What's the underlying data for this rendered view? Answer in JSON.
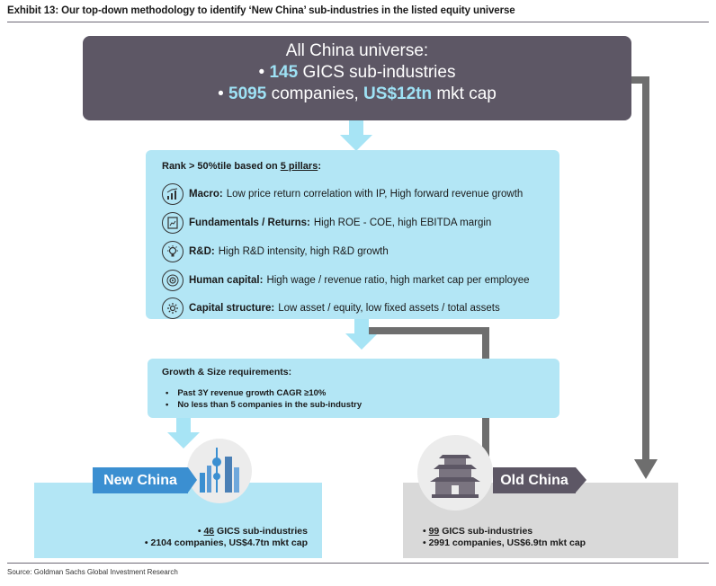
{
  "title": "Exhibit 13: Our top-down methodology to identify ‘New China’ sub-industries in the listed equity universe",
  "universe": {
    "heading": "All China universe:",
    "line1_bullet": "• ",
    "line1_value": "145",
    "line1_text": " GICS sub-industries",
    "line2_bullet": "• ",
    "line2_value": "5095",
    "line2_mid": " companies, ",
    "line2_value2": "US$12tn",
    "line2_text": " mkt cap"
  },
  "pillars": {
    "heading_prefix": "Rank > 50%tile based on ",
    "heading_link": "5 pillars",
    "heading_suffix": ":",
    "items": [
      {
        "icon": "bar-chart-icon",
        "name": "Macro:",
        "text": "Low price return correlation with IP, High forward revenue growth"
      },
      {
        "icon": "document-chart-icon",
        "name": "Fundamentals / Returns:",
        "text": "High ROE - COE, high EBITDA margin"
      },
      {
        "icon": "lightbulb-icon",
        "name": "R&D:",
        "text": "High R&D intensity, high R&D growth"
      },
      {
        "icon": "people-icon",
        "name": "Human capital:",
        "text": "High wage / revenue ratio, high market cap per employee"
      },
      {
        "icon": "gear-icon",
        "name": "Capital structure:",
        "text": "Low asset / equity, low fixed assets / total assets"
      }
    ]
  },
  "growth": {
    "heading": "Growth & Size requirements:",
    "items": [
      "Past 3Y revenue growth CAGR ≥10%",
      "No less than 5 companies in the sub-industry"
    ]
  },
  "new_china": {
    "label": "New China",
    "line1_bullet": "• ",
    "line1_value": "46",
    "line1_text": " GICS sub-industries",
    "line2": "• 2104 companies, US$4.7tn mkt cap"
  },
  "old_china": {
    "label": "Old China",
    "line1_bullet": "• ",
    "line1_value": "99",
    "line1_text": " GICS sub-industries",
    "line2": "• 2991 companies, US$6.9tn mkt cap"
  },
  "source": "Source: Goldman Sachs Global Investment Research",
  "colors": {
    "universe_bg": "#5d5765",
    "highlight": "#9ee2f5",
    "light_blue": "#b3e6f5",
    "new_china_tag": "#3b8fd1",
    "old_china_box": "#d9d9d9",
    "connector": "#6e6e6e"
  }
}
